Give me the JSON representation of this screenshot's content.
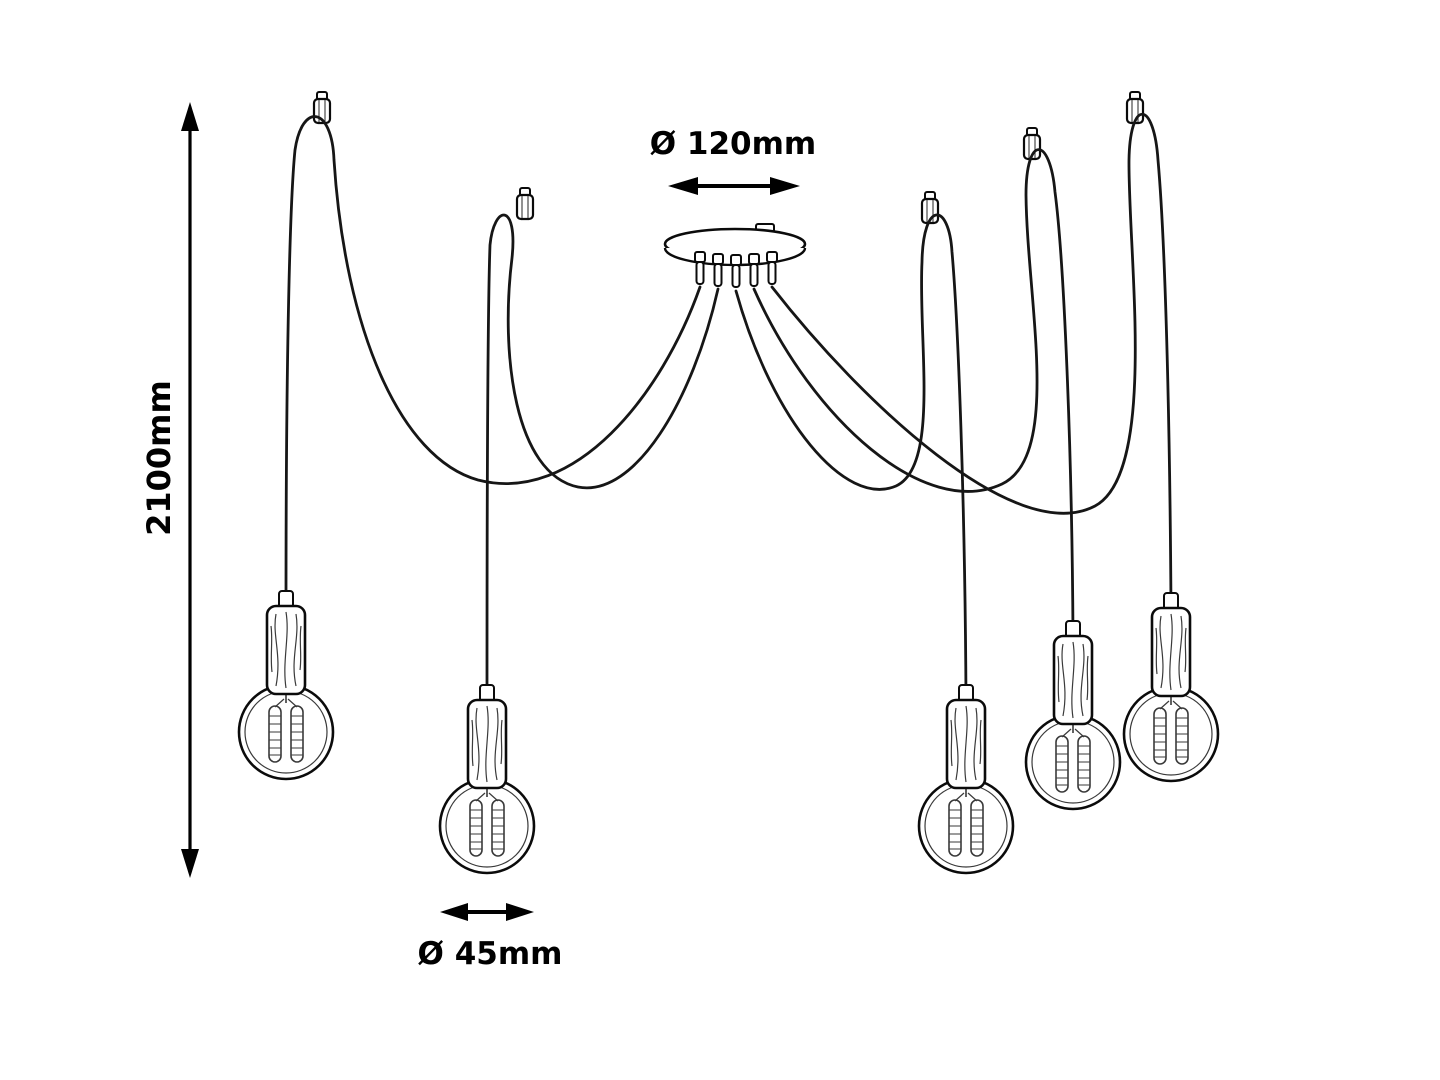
{
  "diagram": {
    "labels": {
      "overall_height": "2100mm",
      "canopy_diameter": "Ø 120mm",
      "bulb_diameter": "Ø 45mm"
    },
    "pendant_count": 5,
    "line_color": "#000000",
    "background_color": "#ffffff"
  }
}
